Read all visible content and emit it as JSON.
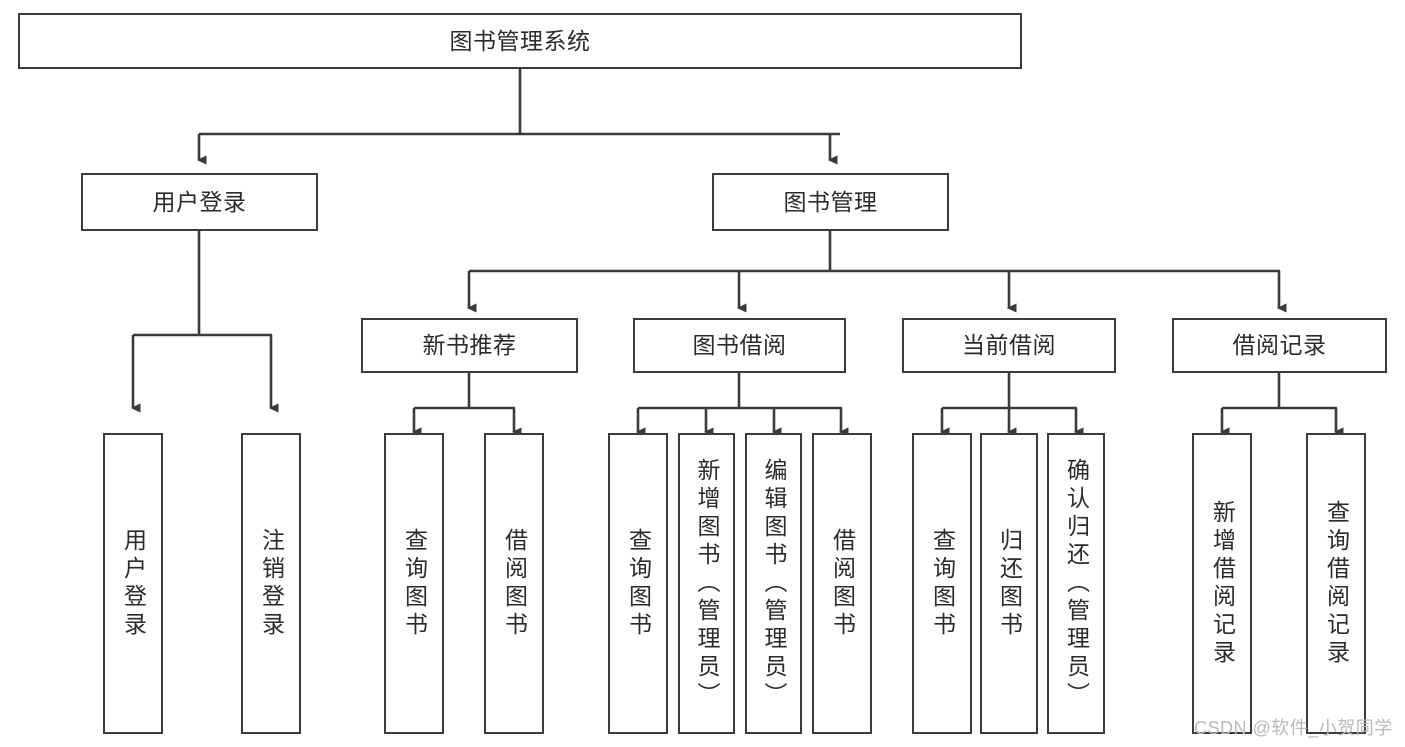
{
  "diagram": {
    "type": "hierarchy-tree",
    "title": "图书管理系统",
    "colors": {
      "box_border": "#3b3b3b",
      "box_fill": "#ffffff",
      "edge": "#3b3b3b",
      "text": "#2b2b2b",
      "watermark": "#b9b9b9",
      "background": "#ffffff"
    },
    "nodes": {
      "root": {
        "label": "图书管理系统"
      },
      "level2": [
        {
          "label": "用户登录"
        },
        {
          "label": "图书管理"
        }
      ],
      "level3": [
        {
          "label": "新书推荐"
        },
        {
          "label": "图书借阅"
        },
        {
          "label": "当前借阅"
        },
        {
          "label": "借阅记录"
        }
      ],
      "leaves_user_login": [
        {
          "label": "用户登录"
        },
        {
          "label": "注销登录"
        }
      ],
      "leaves_new_book": [
        {
          "label": "查询图书"
        },
        {
          "label": "借阅图书"
        }
      ],
      "leaves_borrow": [
        {
          "label": "查询图书"
        },
        {
          "label": "新增图书（管理员）"
        },
        {
          "label": "编辑图书（管理员）"
        },
        {
          "label": "借阅图书"
        }
      ],
      "leaves_current": [
        {
          "label": "查询图书"
        },
        {
          "label": "归还图书"
        },
        {
          "label": "确认归还（管理员）"
        }
      ],
      "leaves_record": [
        {
          "label": "新增借阅记录"
        },
        {
          "label": "查询借阅记录"
        }
      ]
    },
    "watermark": "CSDN @软件_小贺同学"
  }
}
